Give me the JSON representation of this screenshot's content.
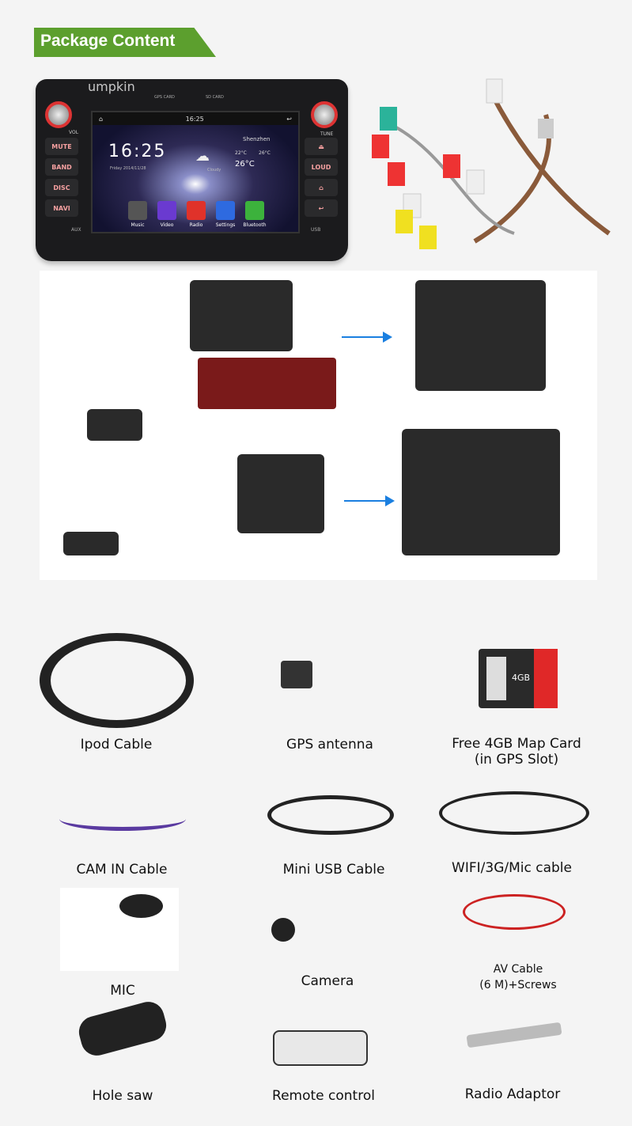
{
  "header": {
    "title": "Package Content"
  },
  "stereo": {
    "brand_watermark": "umpkin",
    "left_buttons": [
      "MUTE",
      "BAND",
      "DISC",
      "NAVI"
    ],
    "right_buttons": [
      "⏏",
      "LOUD",
      "⌂",
      "↩"
    ],
    "knob_labels": {
      "left": "VOL",
      "right": "TUNE"
    },
    "port_labels": {
      "aux": "AUX",
      "usb": "USB",
      "gps": "GPS CARD",
      "sd": "SD CARD"
    },
    "status_time": "16:25",
    "clock": "16:25",
    "date": "Friday 2014/11/28",
    "city": "Shenzhen",
    "temp_low": "22°C",
    "temp_high": "26°C",
    "temp_now": "26°C",
    "weather": "Cloudy",
    "apps": [
      "Music",
      "Video",
      "Radio",
      "Settings",
      "Bluetooth"
    ]
  },
  "items": [
    {
      "label": "Ipod Cable"
    },
    {
      "label": "GPS antenna"
    },
    {
      "label": "Free 4GB Map Card",
      "label2": "(in GPS Slot)",
      "card_text": "4GB"
    },
    {
      "label": "CAM IN Cable"
    },
    {
      "label": "Mini USB Cable"
    },
    {
      "label": "WIFI/3G/Mic cable"
    },
    {
      "label": "MIC"
    },
    {
      "label": "Camera"
    },
    {
      "label": "AV Cable",
      "label2": "(6 M)+Screws"
    },
    {
      "label": "Hole saw"
    },
    {
      "label": "Remote control"
    },
    {
      "label": "Radio Adaptor"
    }
  ],
  "colors": {
    "accent": "#5c9f2e",
    "arrow": "#1a7fe0"
  }
}
